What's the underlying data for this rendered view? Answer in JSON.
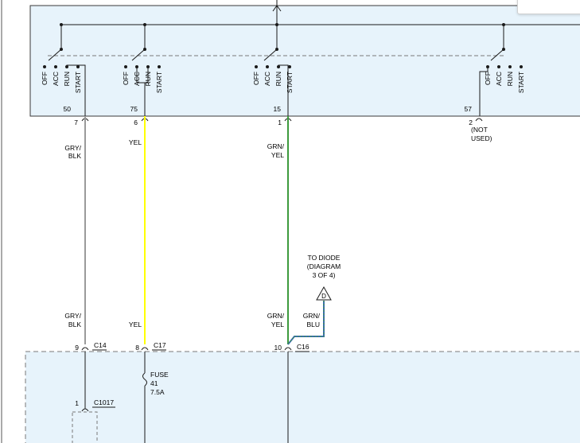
{
  "colors": {
    "panel_fill": "#e7f3fb",
    "panel_border": "#3a3a3a",
    "wire_gray": "#9a9a9a",
    "wire_yellow": "#ffff00",
    "wire_green": "#3d9a3d",
    "wire_blue": "#3a6ab0",
    "line_black": "#1a1a1a"
  },
  "switch_positions": [
    "OFF",
    "ACC",
    "RUN",
    "START"
  ],
  "switch_pins": [
    {
      "top": "50",
      "bottom": "7",
      "wire": "GRY/\nBLK",
      "wire_color": "gray"
    },
    {
      "top": "75",
      "bottom": "6",
      "wire": "YEL",
      "wire_color": "yellow"
    },
    {
      "top": "15",
      "bottom": "1",
      "wire": "GRN/\nYEL",
      "wire_color": "green"
    },
    {
      "top": "57",
      "bottom": "2",
      "note": "(NOT\nUSED)"
    }
  ],
  "connectors": [
    {
      "pin": "9",
      "name": "C14",
      "wire": "GRY/\nBLK"
    },
    {
      "pin": "8",
      "name": "C17",
      "wire": "YEL"
    },
    {
      "pin": "10",
      "name": "C16",
      "wire": "GRN/\nYEL"
    }
  ],
  "diode": {
    "note": "TO DIODE\n(DIAGRAM\n3 OF 4)",
    "symbol": "D",
    "wire": "GRN/\nBLU"
  },
  "fuse": {
    "label": "FUSE",
    "number": "41",
    "rating": "7.5A"
  },
  "lower_connector": {
    "pin": "1",
    "name": "C1017"
  }
}
